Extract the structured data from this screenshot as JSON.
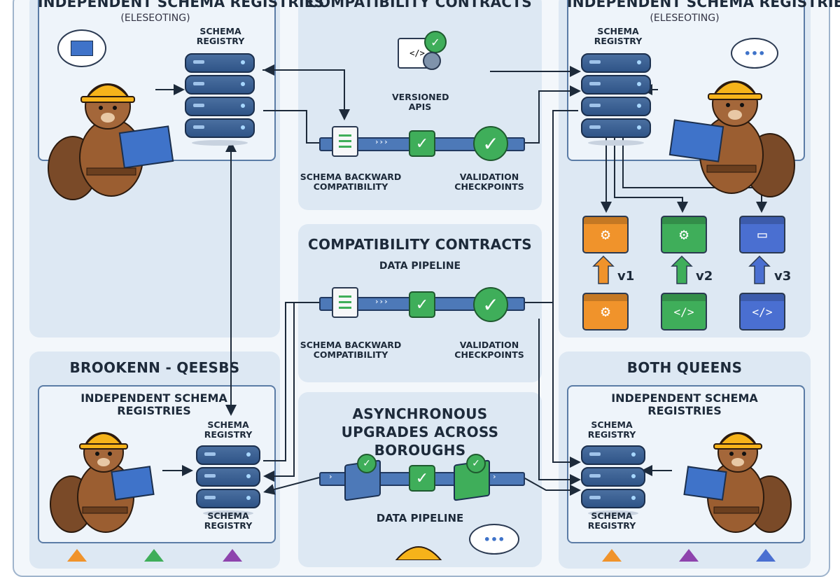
{
  "top_left": {
    "title": "INDEPENDENT SCHEMA REGISTRIES",
    "subtitle": "(ELESEOTING)",
    "registry_label": "SCHEMA REGISTRY"
  },
  "top_center": {
    "title": "COMPATIBILITY CONTRACTS",
    "api_label": "VERSIONED APIS",
    "left_caption": "SCHEMA BACKWARD COMPATIBILITY",
    "right_caption": "VALIDATION CHECKPOINTS"
  },
  "top_right": {
    "title": "INDEPENDENT SCHEMA REGISTRIES",
    "subtitle": "(ELESEOTING)",
    "registry_label": "SCHEMA REGISTRY",
    "bubble_text": "•••",
    "versions": [
      {
        "label": "v1",
        "color": "#f0932b",
        "top_glyph": "⚙",
        "bottom_glyph": "⚙"
      },
      {
        "label": "v2",
        "color": "#3fae5a",
        "top_glyph": "⚙",
        "bottom_glyph": "</>"
      },
      {
        "label": "v3",
        "color": "#4a6fd1",
        "top_glyph": "▭",
        "bottom_glyph": "</>"
      }
    ]
  },
  "middle_center": {
    "title": "COMPATIBILITY CONTRACTS",
    "subtitle": "DATA PIPELINE",
    "left_caption": "SCHEMA BACKWARD COMPATIBILITY",
    "right_caption": "VALIDATION CHECKPOINTS"
  },
  "bottom_left": {
    "title": "BROOKENN - QEESBS",
    "card_title": "INDEPENDENT SCHEMA REGISTRIES",
    "registry_label_top": "SCHEMA REGISTRY",
    "registry_label_bottom": "SCHEMA REGISTRY"
  },
  "bottom_center": {
    "title": "ASYNCHRONOUS UPGRADES ACROSS BOROUGHS",
    "subtitle": "DATA PIPELINE",
    "bubble_text": "•••"
  },
  "bottom_right": {
    "title": "BOTH QUEENS",
    "card_title": "INDEPENDENT SCHEMA REGISTRIES",
    "registry_label_top": "SCHEMA REGISTRY",
    "registry_label_bottom": "SCHEMA REGISTRY"
  },
  "colors": {
    "accent_blue": "#4d79b8",
    "check_green": "#3fae5a",
    "orange": "#f0932b",
    "purple": "#8e44ad"
  }
}
